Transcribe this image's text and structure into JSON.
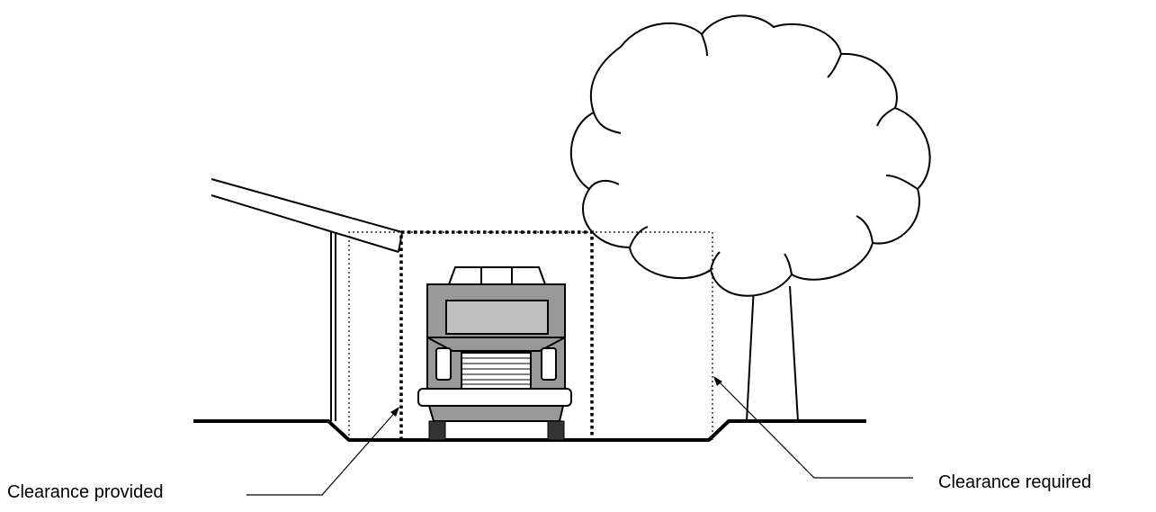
{
  "labels": {
    "clearance_provided": "Clearance provided",
    "clearance_required": "Clearance required"
  },
  "colors": {
    "line": "#000000",
    "truck_body": "#999999",
    "truck_window": "#c0c0c0",
    "truck_wheel": "#333333",
    "background": "#ffffff"
  },
  "icons": {
    "house_roof": "roof-eave",
    "tree": "tree-icon",
    "truck": "truck-icon"
  }
}
